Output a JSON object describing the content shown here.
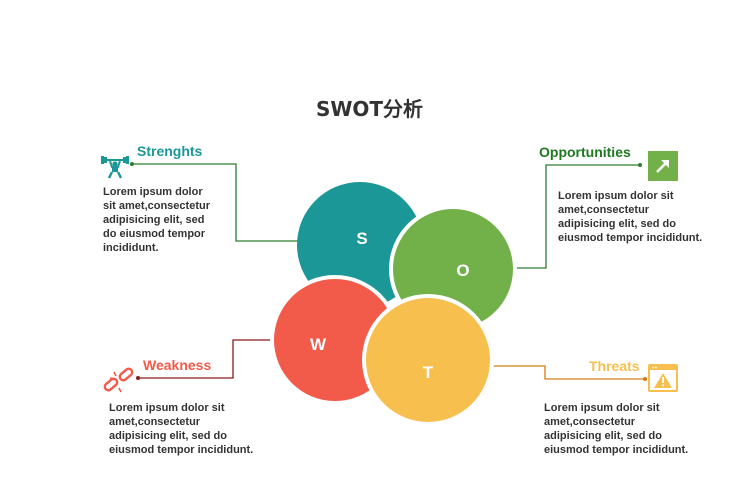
{
  "title": "SWOT分析",
  "colors": {
    "strengths": "#1b9797",
    "opportunities": "#72b04a",
    "weakness": "#f25a49",
    "threats": "#f7c04e",
    "title_text": "#333333"
  },
  "quadrants": {
    "strengths": {
      "letter": "S",
      "heading": "Strenghts",
      "text_lines": [
        "Lorem ipsum dolor",
        "sit amet,consectetur",
        "adipisicing elit, sed",
        "do eiusmod tempor",
        "incididunt."
      ],
      "icon": "weightlifter-icon"
    },
    "opportunities": {
      "letter": "O",
      "heading": "Opportunities",
      "text_lines": [
        "Lorem ipsum dolor sit",
        "amet,consectetur",
        "adipisicing elit, sed do",
        "eiusmod tempor incididunt."
      ],
      "icon": "trend-arrow-icon"
    },
    "weakness": {
      "letter": "W",
      "heading": "Weakness",
      "text_lines": [
        "Lorem ipsum dolor sit",
        "amet,consectetur",
        "adipisicing elit, sed do",
        "eiusmod tempor incididunt."
      ],
      "icon": "broken-chain-icon"
    },
    "threats": {
      "letter": "T",
      "heading": "Threats",
      "text_lines": [
        "Lorem ipsum dolor sit",
        "amet,consectetur",
        "adipisicing elit, sed do",
        "eiusmod tempor incididunt."
      ],
      "icon": "warning-window-icon"
    }
  }
}
